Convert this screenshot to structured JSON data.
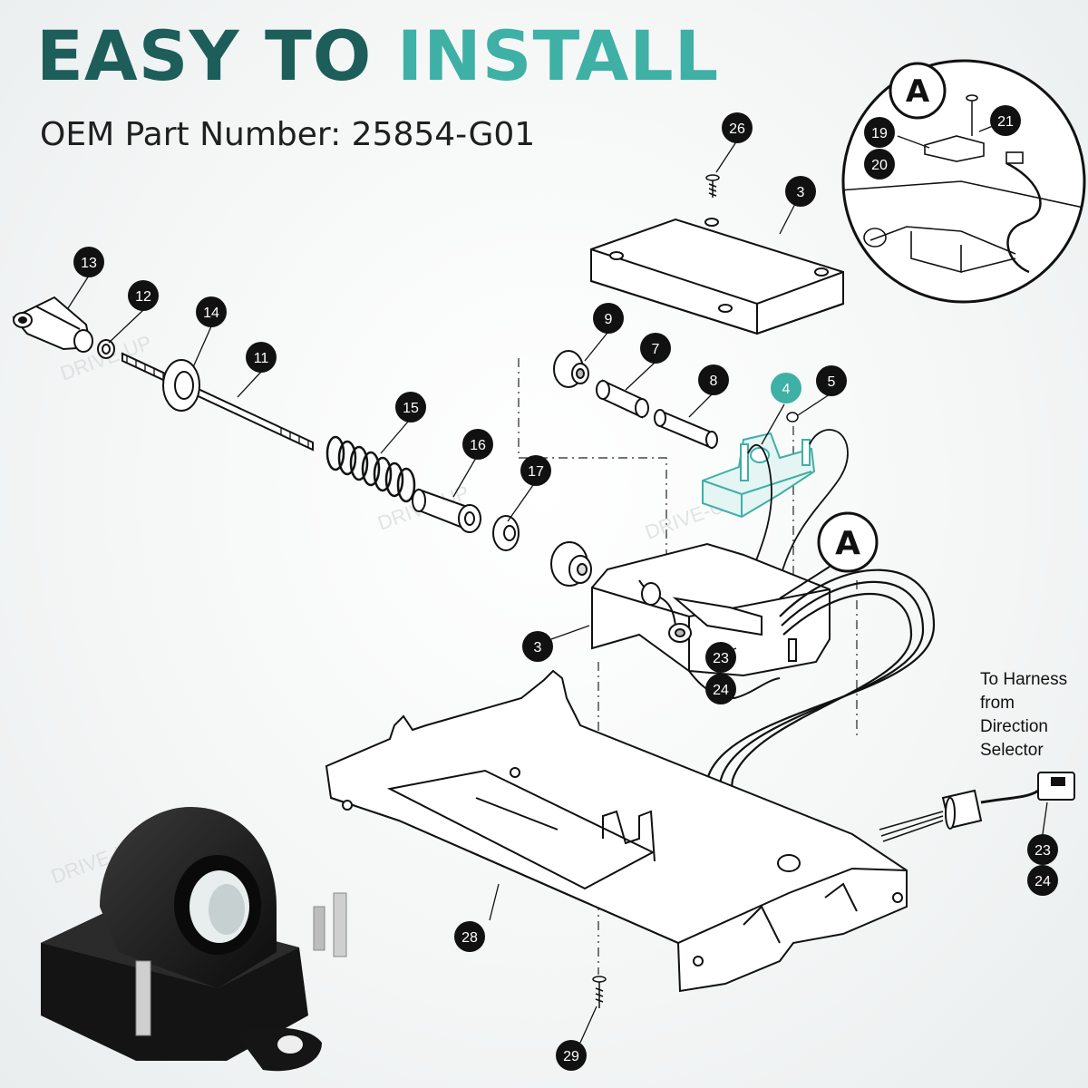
{
  "header": {
    "title_part1": "EASY TO",
    "title_part2": "INSTALL",
    "oem_label": "OEM Part Number: 25854-G01"
  },
  "diagram": {
    "callouts": [
      {
        "id": "c26",
        "label": "26"
      },
      {
        "id": "c3a",
        "label": "3"
      },
      {
        "id": "c13",
        "label": "13"
      },
      {
        "id": "c12",
        "label": "12"
      },
      {
        "id": "c14",
        "label": "14"
      },
      {
        "id": "c11",
        "label": "11"
      },
      {
        "id": "c9",
        "label": "9"
      },
      {
        "id": "c7",
        "label": "7"
      },
      {
        "id": "c8",
        "label": "8"
      },
      {
        "id": "c4",
        "label": "4",
        "highlight": true
      },
      {
        "id": "c5",
        "label": "5"
      },
      {
        "id": "c15",
        "label": "15"
      },
      {
        "id": "c16",
        "label": "16"
      },
      {
        "id": "c17",
        "label": "17"
      },
      {
        "id": "c3b",
        "label": "3"
      },
      {
        "id": "c23a",
        "label": "23"
      },
      {
        "id": "c24a",
        "label": "24"
      },
      {
        "id": "c23b",
        "label": "23"
      },
      {
        "id": "c24b",
        "label": "24"
      },
      {
        "id": "c28",
        "label": "28"
      },
      {
        "id": "c29",
        "label": "29"
      },
      {
        "id": "c19",
        "label": "19"
      },
      {
        "id": "c20",
        "label": "20"
      },
      {
        "id": "c21",
        "label": "21"
      }
    ],
    "detail_markers": [
      "A",
      "A"
    ],
    "harness_note": [
      "To Harness",
      "from",
      "Direction",
      "Selector"
    ],
    "watermark": "DRIVE-UP"
  },
  "colors": {
    "brand_dark": "#1d5e5a",
    "brand_accent": "#3fb0a6",
    "callout_fill": "#111111",
    "highlight_part": "#3fb0a6"
  }
}
